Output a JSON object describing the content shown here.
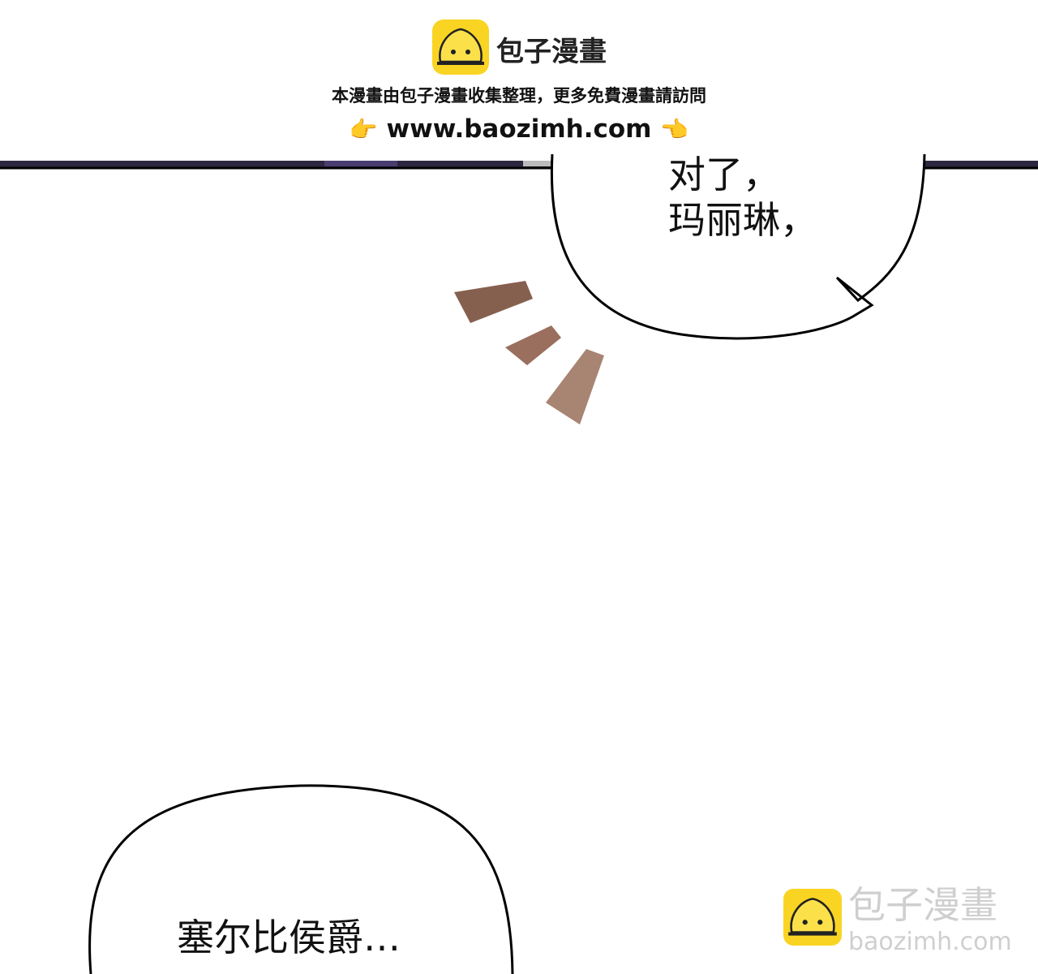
{
  "banner": {
    "brand": "包子漫畫",
    "notice": "本漫畫由包子漫畫收集整理，更多免費漫畫請訪問",
    "url": "www.baozimh.com",
    "hand_left": "👉",
    "hand_right": "👈",
    "logo_icon": "baozi-bun-icon",
    "logo_color": "#f9d423"
  },
  "panel": {
    "bubble1_cut_line": "对了，",
    "bubble1_line": "玛丽琳，",
    "bubble2_line": "塞尔比侯爵…",
    "effect_color": "#8a5f4c"
  },
  "watermark": {
    "brand": "包子漫畫",
    "url": "baozimh.com"
  }
}
